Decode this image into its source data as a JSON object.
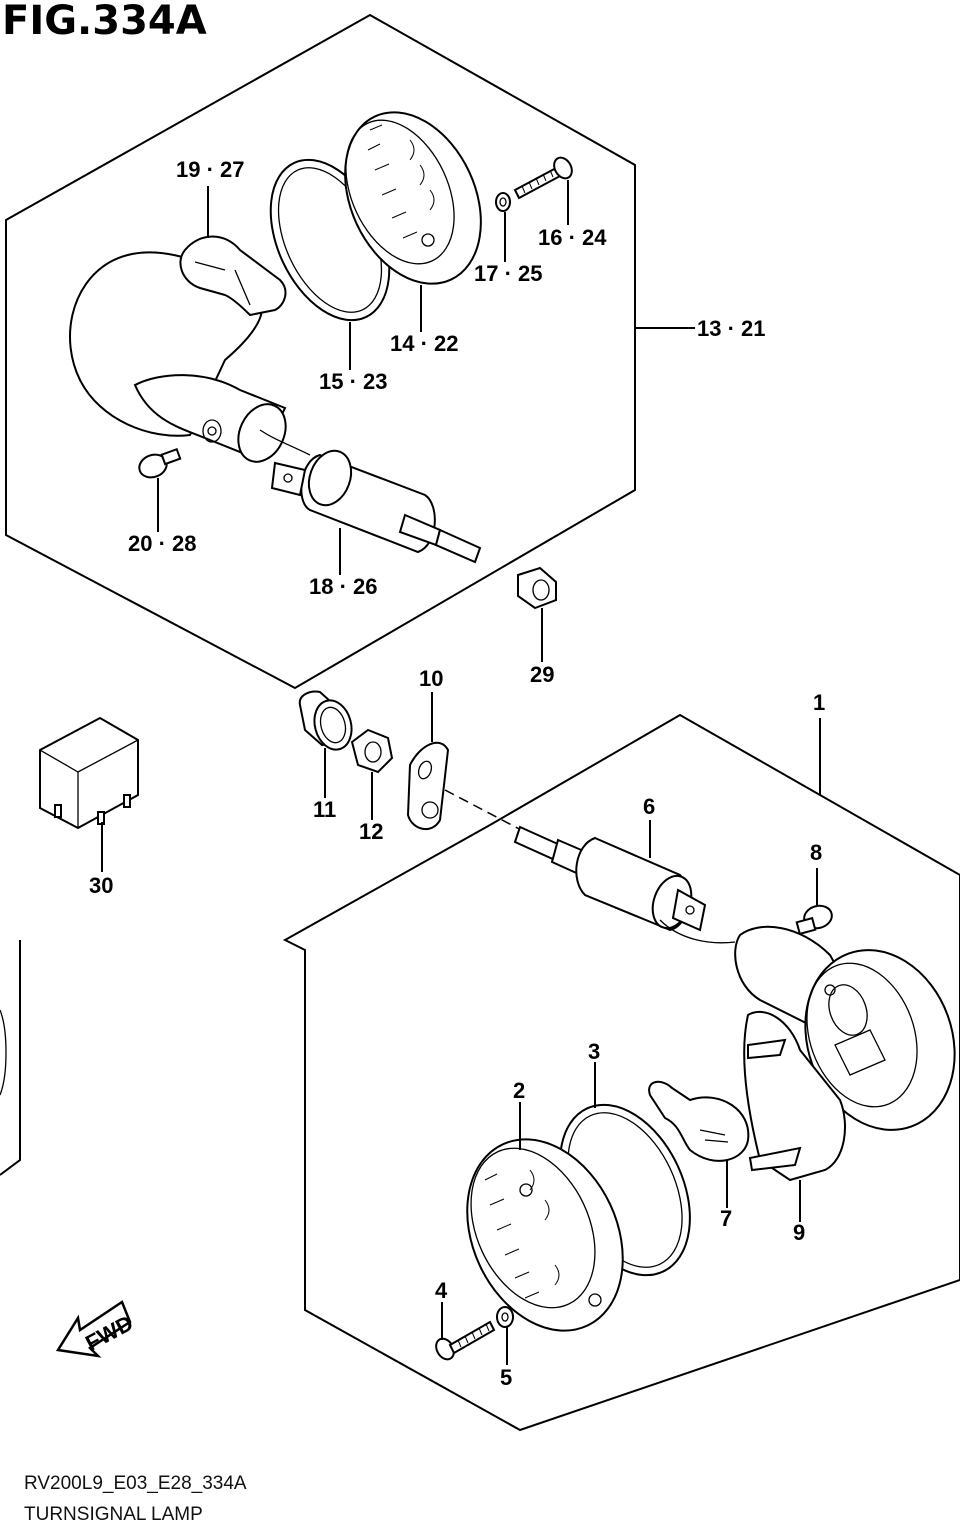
{
  "figure": {
    "title": "FIG.334A",
    "code": "RV200L9_E03_E28_334A",
    "name": "TURNSIGNAL LAMP",
    "direction_label": "FWD"
  },
  "callouts": {
    "c19_27": "19 · 27",
    "c16_24": "16 · 24",
    "c17_25": "17 · 25",
    "c13_21": "13 · 21",
    "c14_22": "14 · 22",
    "c15_23": "15 · 23",
    "c20_28": "20 · 28",
    "c18_26": "18 · 26",
    "c29": "29",
    "c10": "10",
    "c1": "1",
    "c11": "11",
    "c12": "12",
    "c30": "30",
    "c6": "6",
    "c8": "8",
    "c3": "3",
    "c2": "2",
    "c7": "7",
    "c9": "9",
    "c4": "4",
    "c5": "5"
  }
}
